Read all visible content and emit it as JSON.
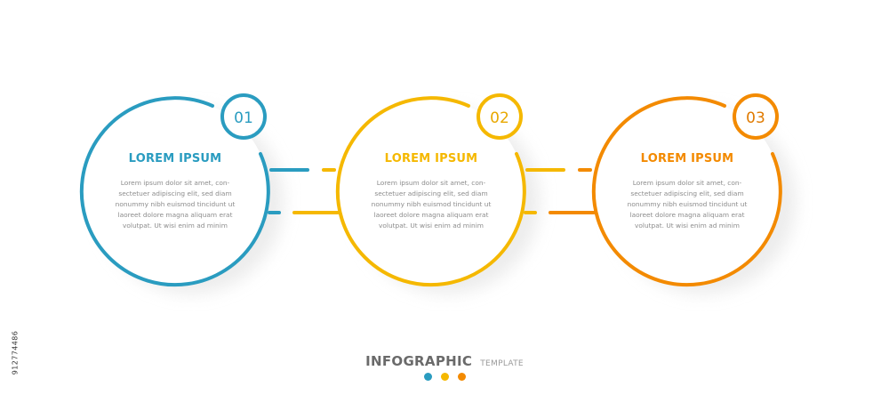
{
  "colors": {
    "step1": "#2a9cc0",
    "step2": "#f5b800",
    "step3": "#f38a00",
    "badge2_text": "#e8a800",
    "badge3_text": "#e07a00"
  },
  "steps": [
    {
      "number": "01",
      "title": "LOREM IPSUM",
      "body": "Lorem ipsum dolor sit amet, con-\nsectetuer adipiscing elit, sed diam\nnonummy nibh euismod tincidunt ut\nlaoreet dolore magna aliquam erat\nvolutpat. Ut wisi enim ad minim"
    },
    {
      "number": "02",
      "title": "LOREM IPSUM",
      "body": "Lorem ipsum dolor sit amet, con-\nsectetuer adipiscing elit, sed diam\nnonummy nibh euismod tincidunt ut\nlaoreet dolore magna aliquam erat\nvolutpat. Ut wisi enim ad minim"
    },
    {
      "number": "03",
      "title": "LOREM IPSUM",
      "body": "Lorem ipsum dolor sit amet, con-\nsectetuer adipiscing elit, sed diam\nnonummy nibh euismod tincidunt ut\nlaoreet dolore magna aliquam erat\nvolutpat. Ut wisi enim ad minim"
    }
  ],
  "footer": {
    "title": "INFOGRAPHIC",
    "subtitle": "TEMPLATE"
  },
  "side_id": "912774486"
}
